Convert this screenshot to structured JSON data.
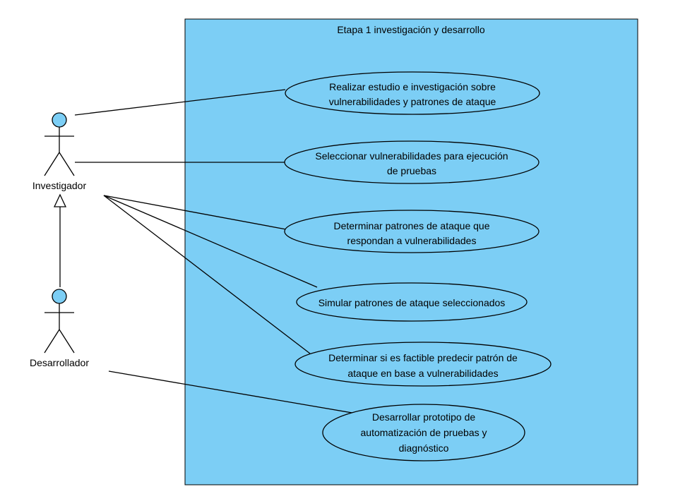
{
  "system": {
    "title": "Etapa 1 investigación y desarrollo"
  },
  "actors": {
    "investigador": {
      "name": "Investigador"
    },
    "desarrollador": {
      "name": "Desarrollador"
    }
  },
  "use_cases": [
    {
      "id": "uc1",
      "lines": [
        "Realizar estudio e investigación sobre",
        "vulnerabilidades y patrones de ataque"
      ]
    },
    {
      "id": "uc2",
      "lines": [
        "Seleccionar vulnerabilidades para ejecución",
        "de pruebas"
      ]
    },
    {
      "id": "uc3",
      "lines": [
        "Determinar patrones de ataque que",
        "respondan a vulnerabilidades"
      ]
    },
    {
      "id": "uc4",
      "lines": [
        "Simular patrones de ataque seleccionados"
      ]
    },
    {
      "id": "uc5",
      "lines": [
        "Determinar si es factible predecir patrón de",
        "ataque en base a vulnerabilidades"
      ]
    },
    {
      "id": "uc6",
      "lines": [
        "Desarrollar prototipo de",
        "automatización de pruebas y",
        "diagnóstico"
      ]
    }
  ],
  "colors": {
    "system_fill": "#7ccef5",
    "use_case_fill": "#7ccef5",
    "actor_head_fill": "#7ccef5",
    "stroke": "#000000"
  }
}
